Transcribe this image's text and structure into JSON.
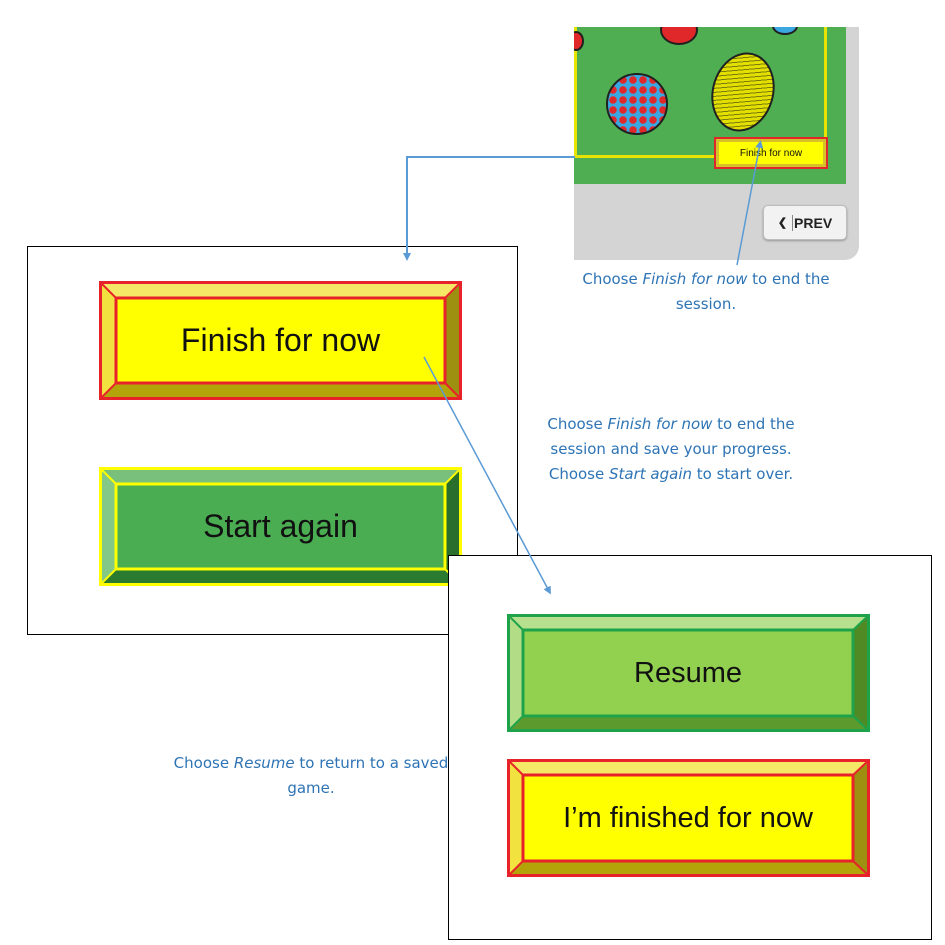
{
  "game_screenshot": {
    "finish_button_label": "Finish for now",
    "prev_button_label": "PREV"
  },
  "dialog_1": {
    "finish_button_label": "Finish for now",
    "start_again_button_label": "Start again"
  },
  "dialog_2": {
    "resume_button_label": "Resume",
    "finished_button_label": "I’m finished for now"
  },
  "captions": {
    "top": {
      "pre": "Choose ",
      "em": "Finish for now",
      "post": " to end the session."
    },
    "middle": {
      "line1_pre": "Choose ",
      "line1_em": "Finish for now",
      "line1_post": " to end the",
      "line2": "session and save your progress.",
      "line3_pre": "Choose ",
      "line3_em": "Start again",
      "line3_post": " to start over."
    },
    "bottom": {
      "pre": "Choose ",
      "em": "Resume",
      "post": " to return to a saved game."
    }
  },
  "colors": {
    "caption_blue": "#2e74b5",
    "arrow_blue": "#5b9bd5",
    "yellow_button": "#ffff00",
    "yellow_button_border": "#e8222a",
    "green_button": "#4aad52",
    "light_green_button": "#92d050",
    "field_green": "#4fae52"
  }
}
